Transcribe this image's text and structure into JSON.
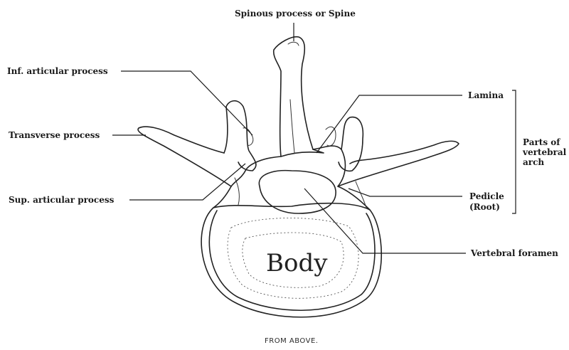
{
  "labels": {
    "spinous": "Spinous process or Spine",
    "inf_articular": "Inf. articular process",
    "transverse": "Transverse process",
    "sup_articular": "Sup. articular process",
    "lamina": "Lamina",
    "parts_of_arch": [
      "Parts of",
      "vertebral",
      "arch"
    ],
    "pedicle": [
      "Pedicle",
      "(Root)"
    ],
    "vertebral_foramen": "Vertebral foramen",
    "body": "Body",
    "caption": "FROM ABOVE."
  }
}
